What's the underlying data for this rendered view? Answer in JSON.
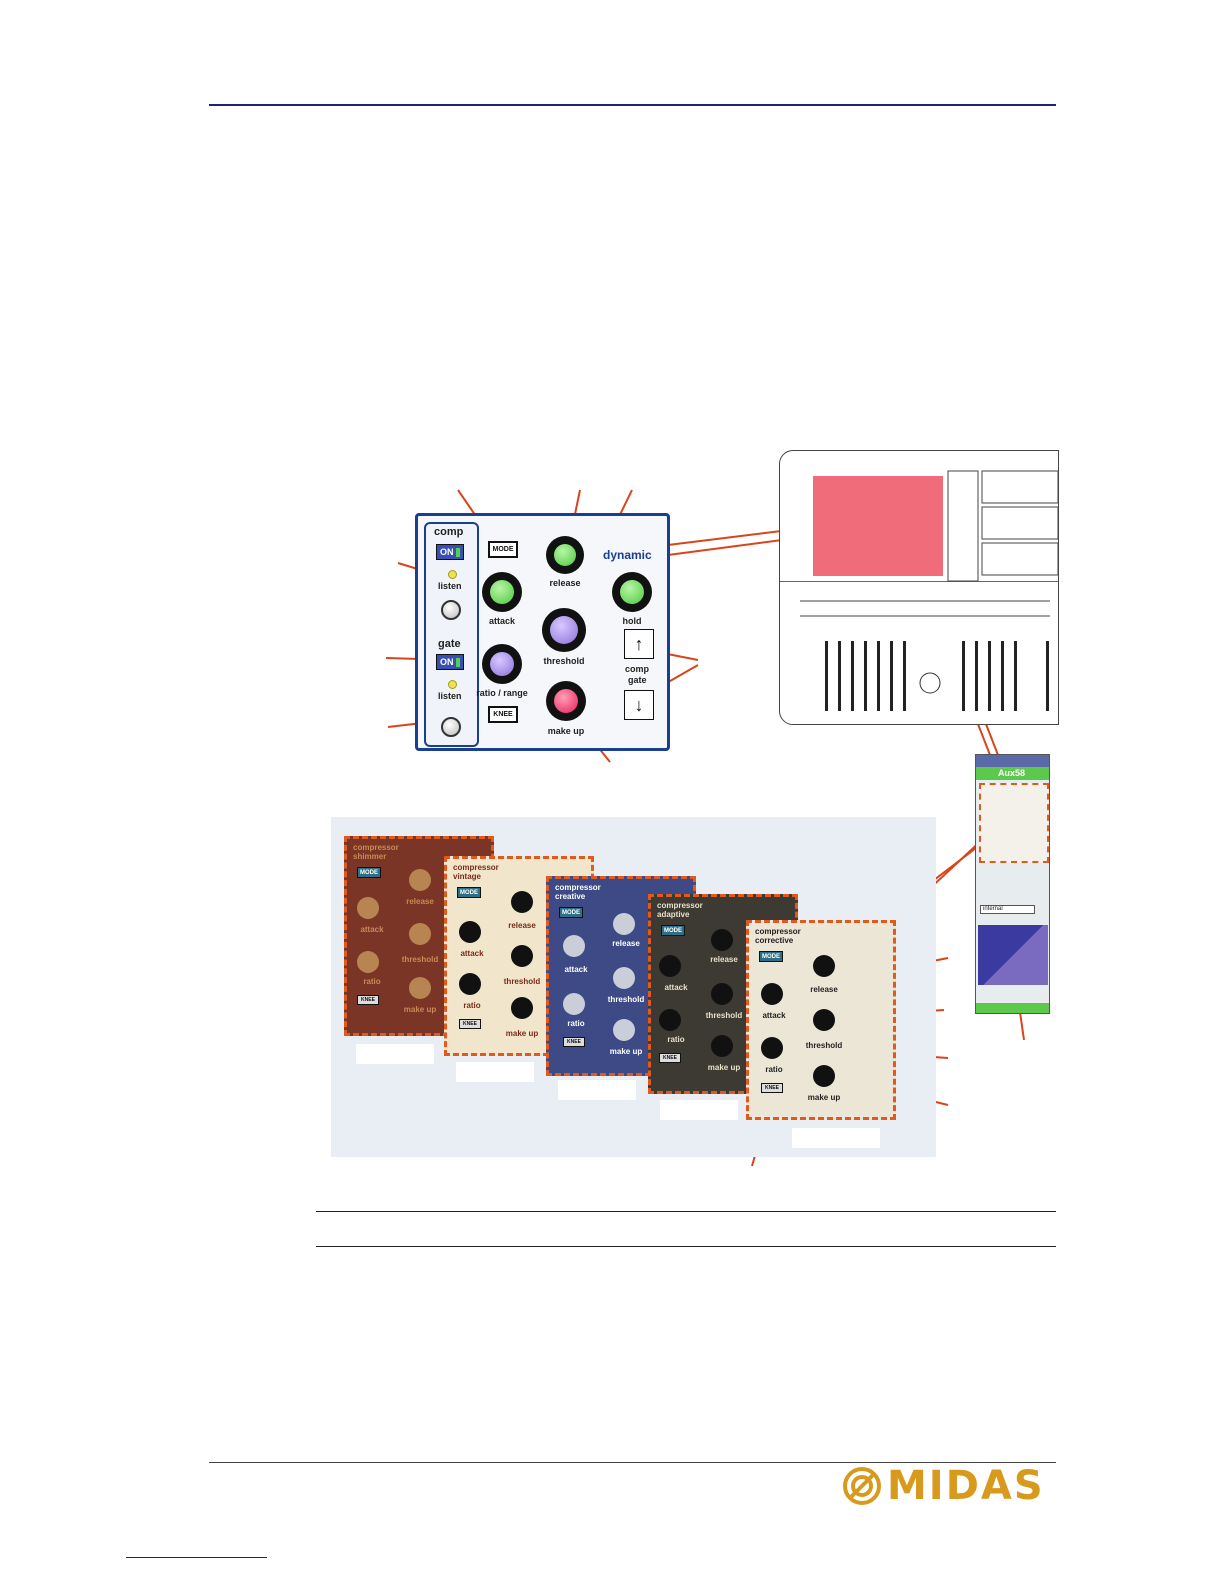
{
  "panel": {
    "comp_label": "comp",
    "gate_label": "gate",
    "on_label": "ON",
    "listen_label": "listen",
    "mode_label": "MODE",
    "knee_label": "KNEE",
    "dynamic_label": "dynamic",
    "knobs": {
      "attack": "attack",
      "release": "release",
      "threshold": "threshold",
      "hold": "hold",
      "ratio_range": "ratio / range",
      "make_up": "make up"
    },
    "comp_gate_label_1": "comp",
    "comp_gate_label_2": "gate"
  },
  "strip": {
    "channel_name": "Aux58",
    "internal_label": "internal"
  },
  "compressors": [
    {
      "title_1": "compressor",
      "title_2": "shimmer",
      "attack": "attack",
      "release": "release",
      "threshold": "threshold",
      "ratio": "ratio",
      "make_up": "make up",
      "mode": "MODE",
      "knee": "KNEE"
    },
    {
      "title_1": "compressor",
      "title_2": "vintage",
      "attack": "attack",
      "release": "release",
      "threshold": "threshold",
      "ratio": "ratio",
      "make_up": "make up",
      "mode": "MODE",
      "knee": "KNEE"
    },
    {
      "title_1": "compressor",
      "title_2": "creative",
      "attack": "attack",
      "release": "release",
      "threshold": "threshold",
      "ratio": "ratio",
      "make_up": "make up",
      "mode": "MODE",
      "knee": "KNEE"
    },
    {
      "title_1": "compressor",
      "title_2": "adaptive",
      "attack": "attack",
      "release": "release",
      "threshold": "threshold",
      "ratio": "ratio",
      "make_up": "make up",
      "mode": "MODE",
      "knee": "KNEE"
    },
    {
      "title_1": "compressor",
      "title_2": "corrective",
      "attack": "attack",
      "release": "release",
      "threshold": "threshold",
      "ratio": "ratio",
      "make_up": "make up",
      "mode": "MODE",
      "knee": "KNEE"
    }
  ],
  "logo": {
    "text": "MIDAS"
  }
}
